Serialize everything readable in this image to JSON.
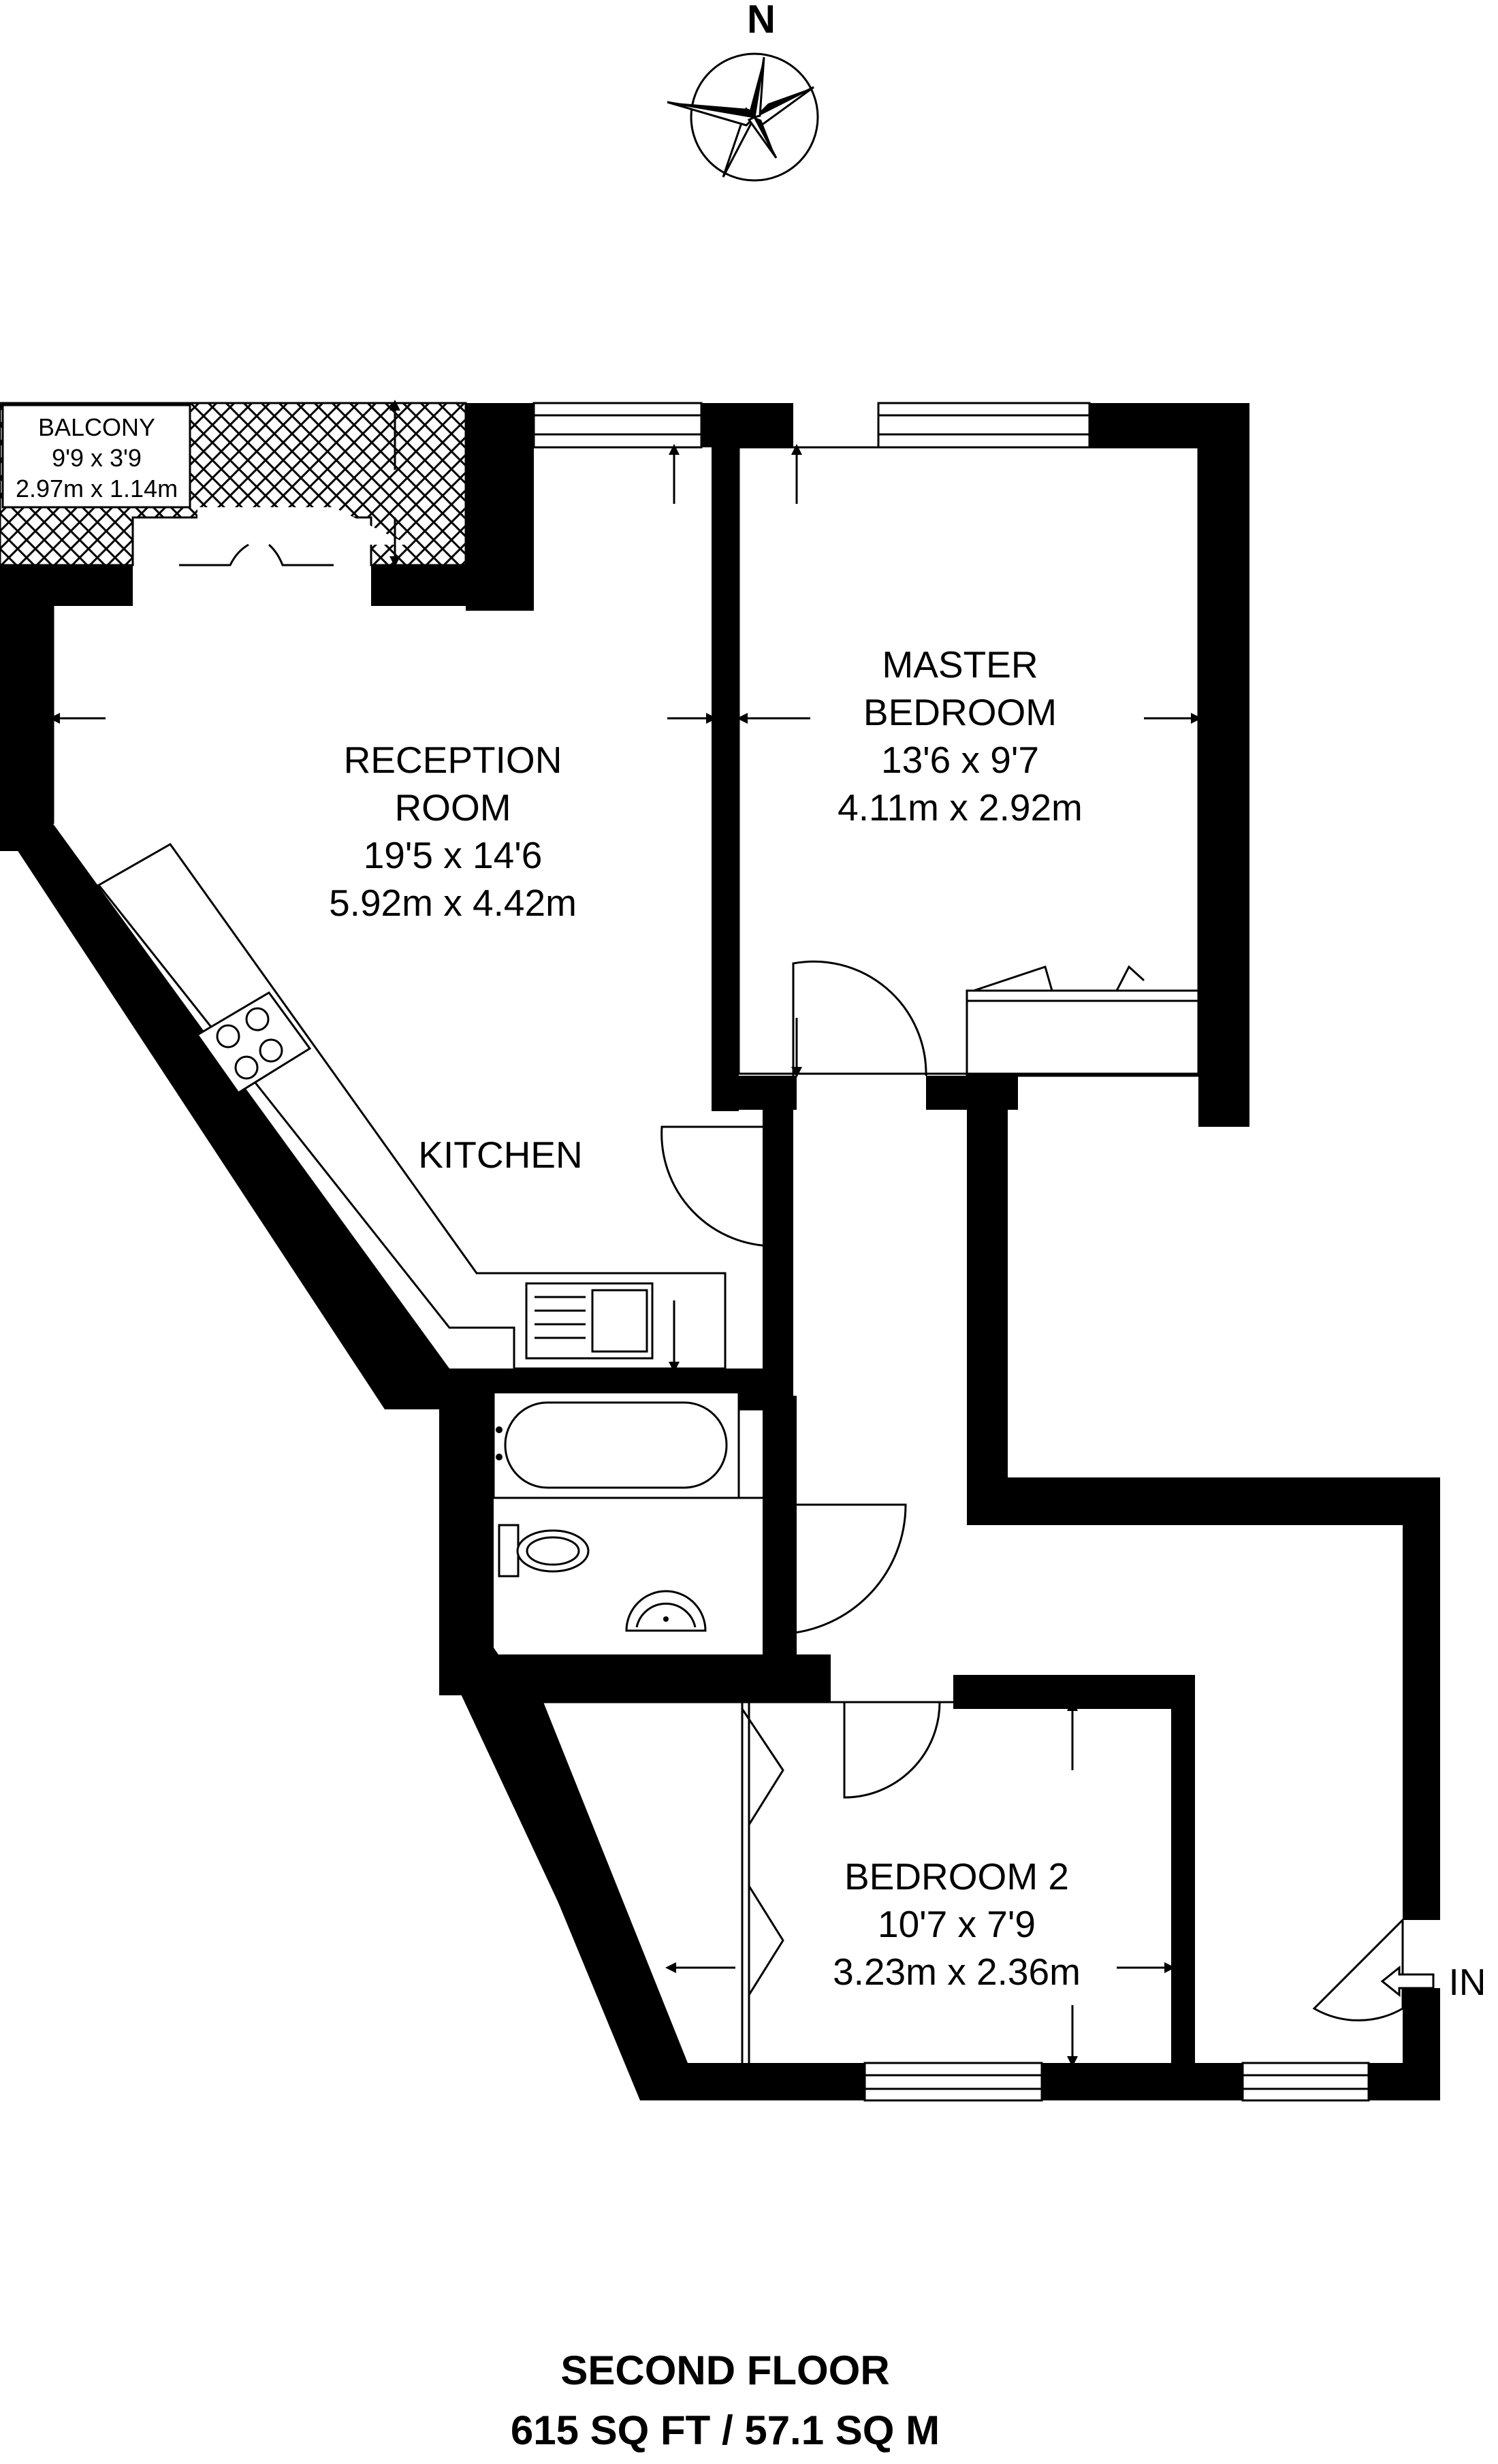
{
  "compass": {
    "north_label": "N"
  },
  "rooms": {
    "balcony": {
      "name": "BALCONY",
      "dim_imperial": "9'9 x 3'9",
      "dim_metric": "2.97m x 1.14m"
    },
    "reception": {
      "name_line1": "RECEPTION",
      "name_line2": "ROOM",
      "dim_imperial": "19'5 x 14'6",
      "dim_metric": "5.92m x 4.42m"
    },
    "master": {
      "name_line1": "MASTER",
      "name_line2": "BEDROOM",
      "dim_imperial": "13'6 x 9'7",
      "dim_metric": "4.11m x 2.92m"
    },
    "kitchen": {
      "name": "KITCHEN"
    },
    "bedroom2": {
      "name": "BEDROOM 2",
      "dim_imperial": "10'7 x 7'9",
      "dim_metric": "3.23m x 2.36m"
    }
  },
  "entrance": {
    "label": "IN"
  },
  "footer": {
    "floor": "SECOND FLOOR",
    "area": "615 SQ FT / 57.1 SQ M"
  }
}
